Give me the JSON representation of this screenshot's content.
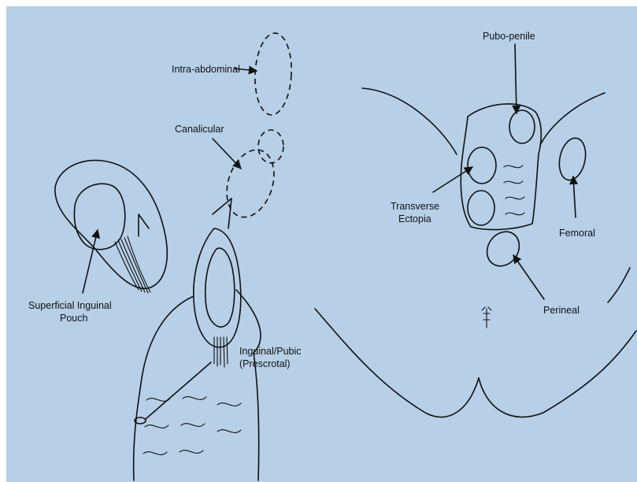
{
  "colors": {
    "background": "#b7d0e7",
    "ink": "#111111"
  },
  "labels": {
    "intra_abdominal": "Intra-abdominal",
    "canalicular": "Canalicular",
    "superficial_line1": "Superficial Inguinal",
    "superficial_line2": "Pouch",
    "inguinal_line1": "Inguinal/Pubic",
    "inguinal_line2": "(Prescrotal)",
    "pubo_penile": "Pubo-penile",
    "transverse_line1": "Transverse",
    "transverse_line2": "Ectopia",
    "femoral": "Femoral",
    "perineal": "Perineal"
  }
}
